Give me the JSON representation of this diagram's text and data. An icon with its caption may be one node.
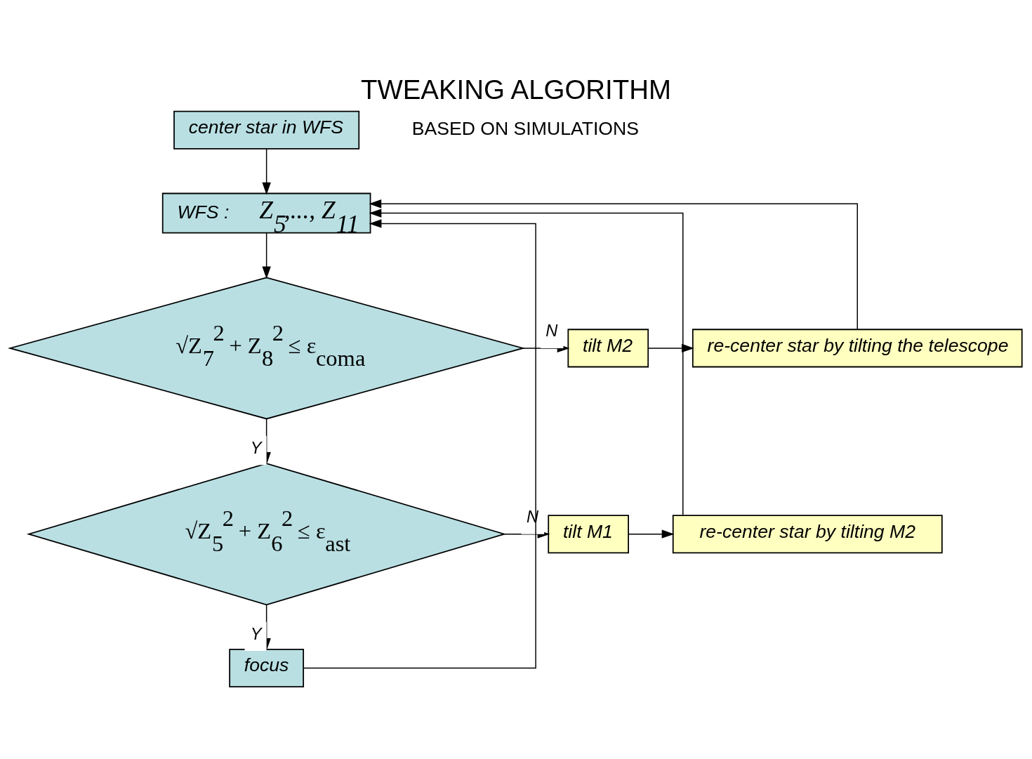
{
  "diagram": {
    "title": "TWEAKING ALGORITHM",
    "nodes": [
      {
        "text": [
          "center star in WFS"
        ]
      },
      {
        "text": [
          "WFS :",
          "Z$_{5}$,..., Z$_{11}$"
        ]
      },
      {
        "text": [
          "√Z$_{7}$$^{2}$ + Z$_{8}$$^{2}$ ≤ ε$_{coma}$"
        ]
      },
      {
        "text": [
          "tilt M2"
        ]
      },
      {
        "text": [
          "re-center star by tilting the telescope"
        ]
      },
      {
        "text": [
          "√Z$_{5}$$^{2}$ + Z$_{6}$$^{2}$ ≤ ε$_{ast}$"
        ]
      },
      {
        "text": [
          "tilt M1"
        ]
      },
      {
        "text": [
          "re-center star by tilting M2"
        ]
      },
      {
        "text": [
          "focus"
        ]
      }
    ],
    "edges": [
      {
        "from": 0,
        "to": 1,
        "arrow": "to"
      },
      {
        "from": 1,
        "to": 2,
        "arrow": "to"
      },
      {
        "from": 2,
        "to": 3,
        "arrow": "to",
        "label": "N"
      },
      {
        "from": 3,
        "to": 4,
        "arrow": "to"
      },
      {
        "from": 4,
        "to": 1,
        "arrow": "to"
      },
      {
        "from": 2,
        "to": 5,
        "arrow": "to",
        "label": "Y"
      },
      {
        "from": 5,
        "to": 6,
        "arrow": "to",
        "label": "N"
      },
      {
        "from": 6,
        "to": 7,
        "arrow": "to"
      },
      {
        "from": 7,
        "to": 1,
        "arrow": "to"
      },
      {
        "from": 5,
        "to": 8,
        "arrow": "to",
        "label": "Y"
      },
      {
        "from": 8,
        "to": 1,
        "arrow": "to"
      }
    ],
    "labels": [
      "BASED ON SIMULATIONS"
    ]
  }
}
